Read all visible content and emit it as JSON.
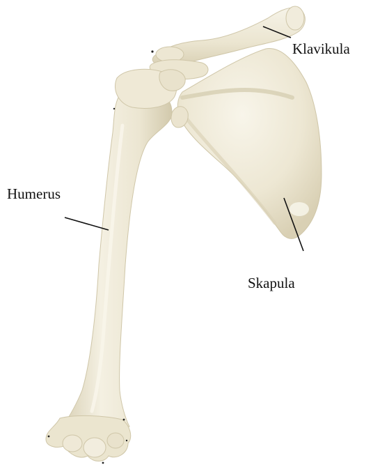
{
  "labels": {
    "klavikula": "Klavikula",
    "humerus": "Humerus",
    "skapula": "Skapula"
  },
  "colors": {
    "bone_fill": "#ede8d6",
    "bone_light": "#f7f4e8",
    "bone_shade": "#d8d0b6",
    "bone_edge": "#c8bf9f",
    "leader_line": "#111111",
    "label_text": "#111111",
    "background": "#ffffff"
  }
}
